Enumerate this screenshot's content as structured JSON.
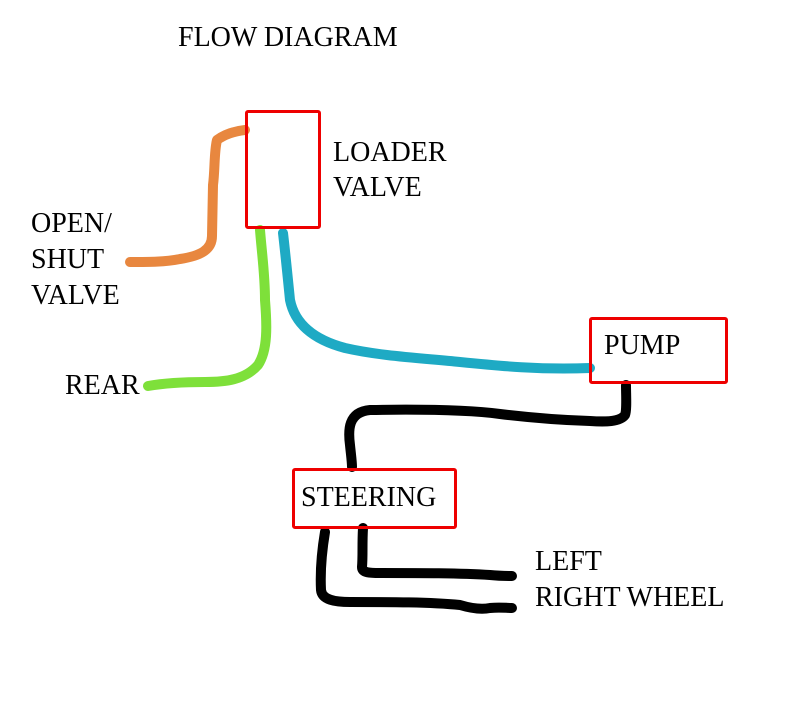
{
  "title": "FLOW DIAGRAM",
  "nodes": {
    "loader_valve": {
      "label_line1": "LOADER",
      "label_line2": "VALVE"
    },
    "open_shut_valve": {
      "label_line1": "OPEN/",
      "label_line2": "SHUT",
      "label_line3": "VALVE"
    },
    "rear": {
      "label": "REAR"
    },
    "pump": {
      "label": "PUMP"
    },
    "steering": {
      "label": "STEERING"
    },
    "left_wheel": {
      "label": "LEFT"
    },
    "right_wheel": {
      "label": "RIGHT WHEEL"
    }
  },
  "connections": [
    {
      "from": "open_shut_valve",
      "to": "loader_valve",
      "color": "#e8873f"
    },
    {
      "from": "loader_valve",
      "to": "rear",
      "color": "#7ee03a"
    },
    {
      "from": "loader_valve",
      "to": "pump",
      "color": "#1eaac4"
    },
    {
      "from": "pump",
      "to": "steering",
      "color": "#000000"
    },
    {
      "from": "steering",
      "to": "left_wheel",
      "color": "#000000"
    },
    {
      "from": "steering",
      "to": "right_wheel",
      "color": "#000000"
    }
  ],
  "colors": {
    "box_border": "#ee0000"
  }
}
